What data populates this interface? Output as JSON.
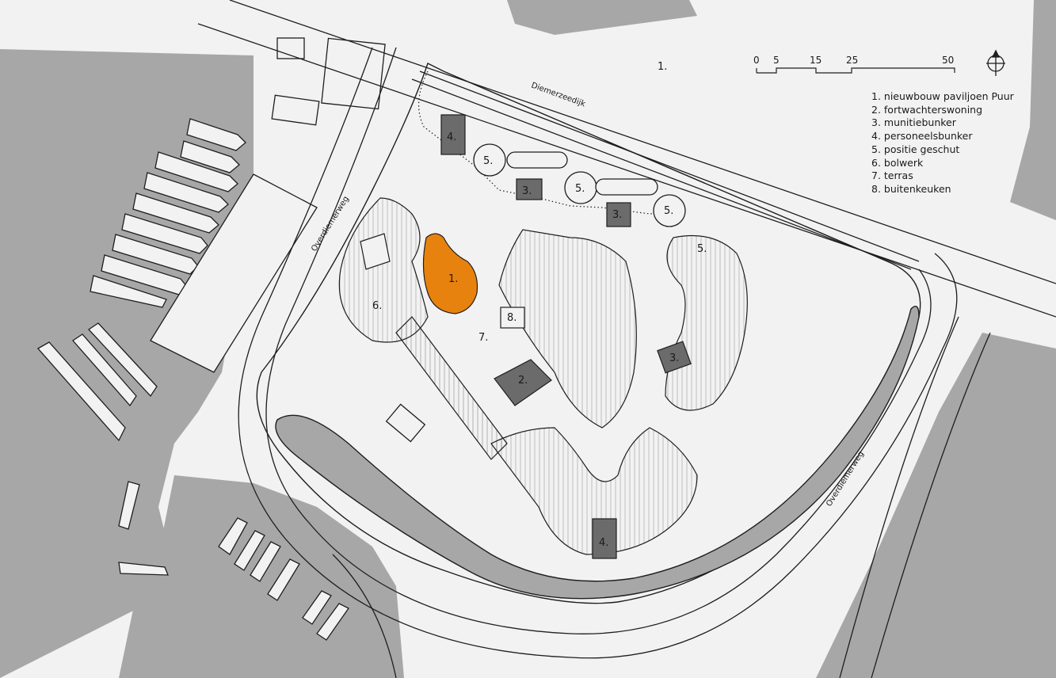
{
  "map": {
    "colors": {
      "water": "#a7a7a7",
      "land": "#f2f2f2",
      "line": "#1e1e1e",
      "building": "#6b6b6b",
      "highlight": "#e8820e"
    },
    "roads": {
      "dijk": "Diemerzeedijk",
      "west": "Overdiemerweg",
      "east": "Overdiemerweg"
    },
    "labels": {
      "l1": "1.",
      "l1_top": "1.",
      "l2": "2.",
      "l3a": "3.",
      "l3b": "3.",
      "l3c": "3.",
      "l4a": "4.",
      "l4b": "4.",
      "l5a": "5.",
      "l5b": "5.",
      "l5c": "5.",
      "l5d": "5.",
      "l6": "6.",
      "l7": "7.",
      "l8": "8."
    },
    "scale": {
      "ticks": [
        "0",
        "5",
        "15",
        "25",
        "50"
      ]
    },
    "north_icon": "north-arrow-icon",
    "legend": [
      "1. nieuwbouw paviljoen Puur",
      "2. fortwachterswoning",
      "3. munitiebunker",
      "4. personeelsbunker",
      "5. positie geschut",
      "6. bolwerk",
      "7. terras",
      "8. buitenkeuken"
    ]
  }
}
